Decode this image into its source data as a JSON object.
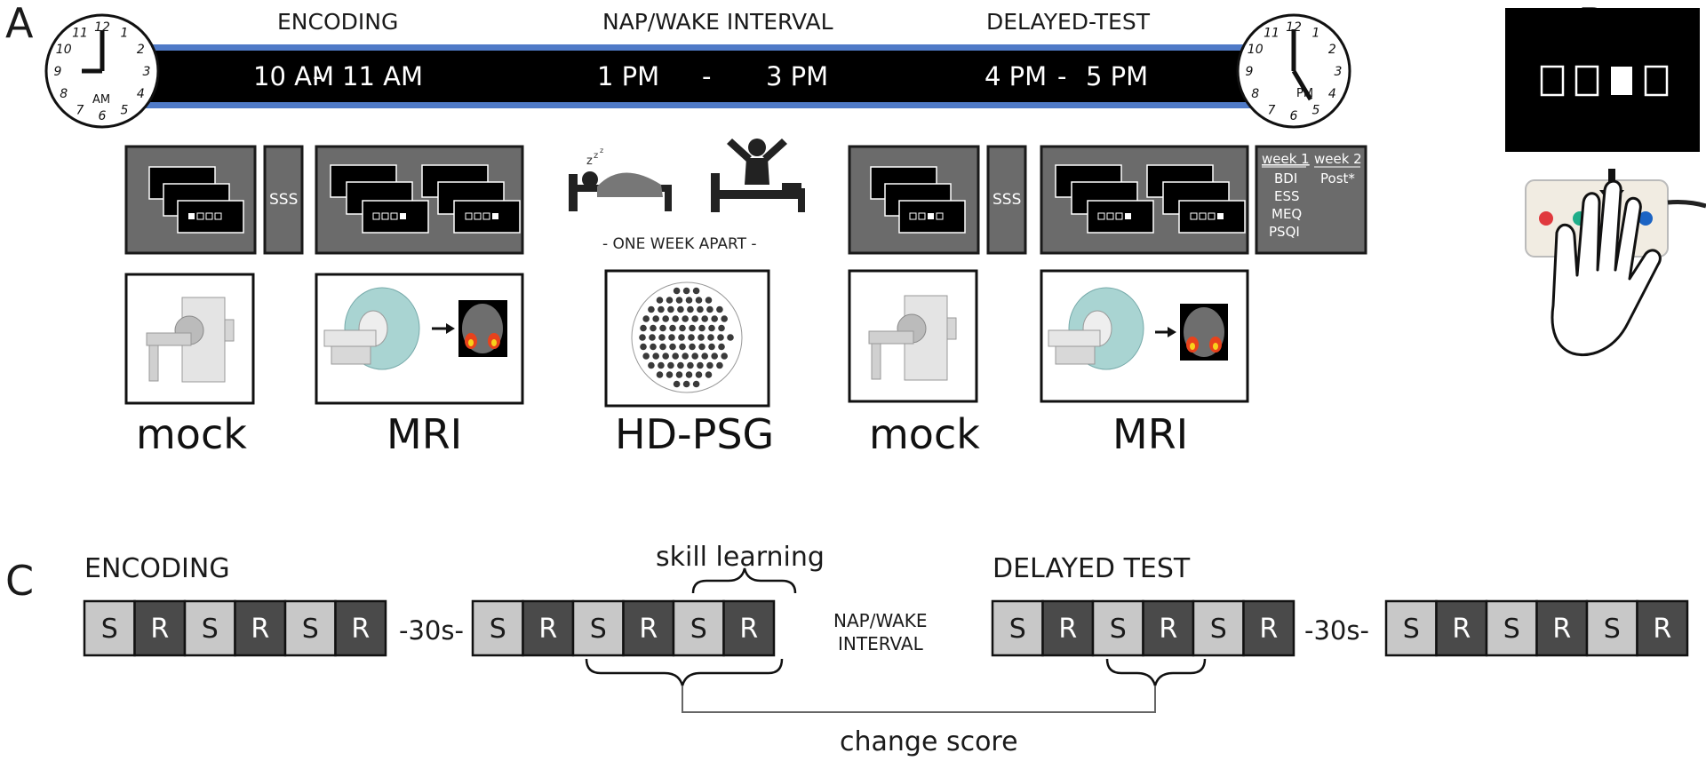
{
  "panel_a": {
    "letter": "A",
    "timeline": {
      "headings": [
        "ENCODING",
        "NAP/WAKE  INTERVAL",
        "DELAYED-TEST"
      ],
      "time_encoding_start": "10 AM",
      "time_encoding_sep": "-",
      "time_encoding_end": "11 AM",
      "time_nap_start": "1 PM",
      "time_nap_sep": "-",
      "time_nap_end": "3 PM",
      "time_test_start": "4 PM",
      "time_test_sep": "-",
      "time_test_end": "5 PM",
      "clock_left_label": "AM",
      "clock_right_label": "PM",
      "clock_numbers": [
        "12",
        "1",
        "2",
        "3",
        "4",
        "5",
        "6",
        "7",
        "8",
        "9",
        "10",
        "11"
      ],
      "bar_color": "#000000",
      "edge_color": "#4f7ac7"
    },
    "sss_label": "SSS",
    "sss_label_2": "SSS",
    "one_week_apart": "- ONE WEEK APART -",
    "questionnaires": {
      "week1_header": "week 1",
      "week1_items": [
        "BDI",
        "ESS",
        "MEQ",
        "PSQI"
      ],
      "week2_header": "week 2",
      "week2_items": [
        "Post*"
      ]
    },
    "labels": [
      "mock",
      "MRI",
      "HD-PSG",
      "mock",
      "MRI"
    ]
  },
  "panel_b": {
    "letter": "B",
    "button_colors": [
      "#e0393e",
      "#1fae8a",
      "#f5d21a",
      "#1c64c4"
    ]
  },
  "panel_c": {
    "letter": "C",
    "encoding_label": "ENCODING",
    "delayed_label": "DELAYED TEST",
    "interval_label_line1": "NAP/WAKE",
    "interval_label_line2": "INTERVAL",
    "gap_label_1": "-30s-",
    "gap_label_2": "-30s-",
    "skill_learning": "skill learning",
    "change_score": "change score",
    "block_sequence": [
      "S",
      "R",
      "S",
      "R",
      "S",
      "R"
    ],
    "s_color": "#c8c8c8",
    "r_color": "#4a4a4a"
  }
}
